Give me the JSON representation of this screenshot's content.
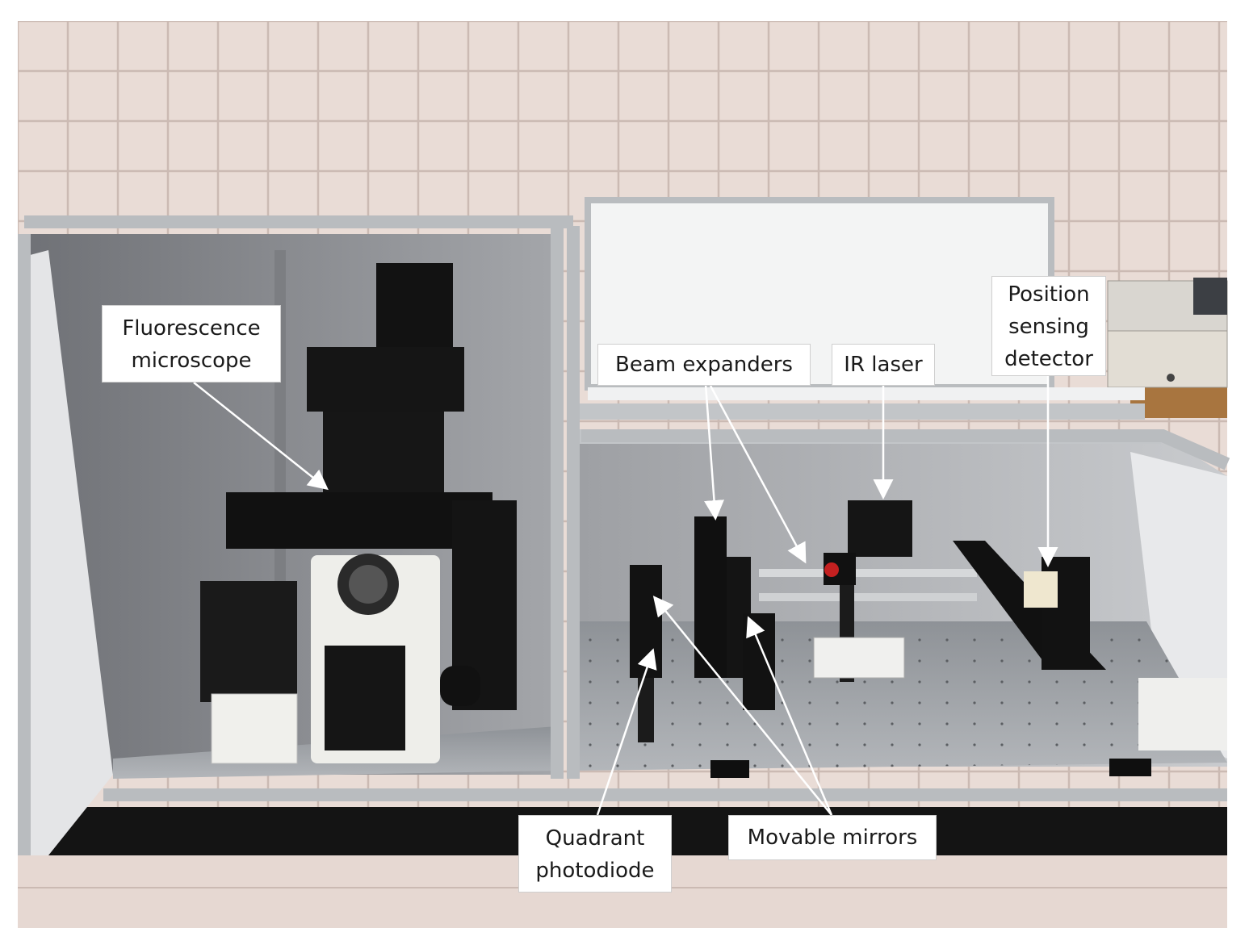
{
  "figure": {
    "labels": {
      "fluorescence_microscope": {
        "line1": "Fluorescence",
        "line2": "microscope"
      },
      "beam_expanders": {
        "line1": "Beam expanders"
      },
      "ir_laser": {
        "line1": "IR laser"
      },
      "position_sensing_detector": {
        "line1": "Position",
        "line2": "sensing",
        "line3": "detector"
      },
      "quadrant_photodiode": {
        "line1": "Quadrant",
        "line2": "photodiode"
      },
      "movable_mirrors": {
        "line1": "Movable mirrors"
      }
    },
    "colors": {
      "tile_wall": "#e9dcd6",
      "grout": "#cbbab3",
      "enclosure_frame": "#b9bcbf",
      "enclosure_interior": "#8e9094",
      "optical_table": "#9da1a6",
      "counter": "#141414",
      "instrument_black": "#121212",
      "instrument_white": "#eeeeea",
      "callout_background": "#ffffff"
    }
  }
}
